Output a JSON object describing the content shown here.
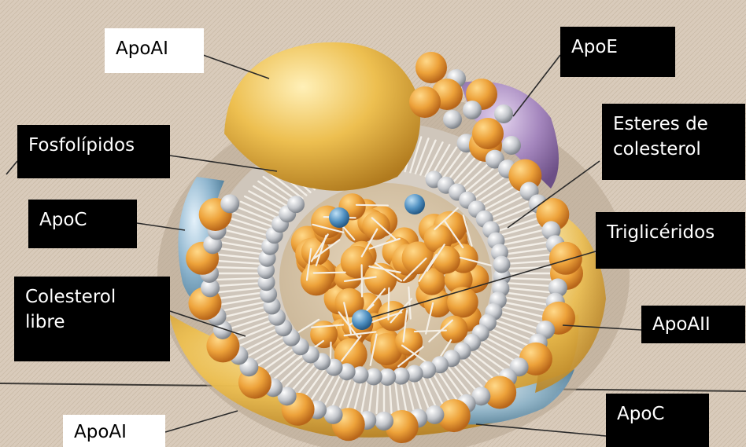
{
  "labels": {
    "apoai_top": "ApoAI",
    "apoe": "ApoE",
    "esteres": "Esteres de\ncolesterol",
    "fosfolipidos": "Fosfolípidos",
    "apoc_left": "ApoC",
    "trigliceridos": "Triglicéridos",
    "colesterol_libre": "Colesterol\nlibre",
    "apoaii": "ApoAII",
    "apoc_bottom": "ApoC",
    "apoai_bottom": "ApoAI"
  },
  "colors": {
    "background": "#d9cbbb",
    "apoai": "#e9ad3c",
    "apoe": "#a486bd",
    "apoc": "#8fb6cf",
    "lipid_ball": "#e7972f",
    "phospholipid_head": "#b8bcc2",
    "cholesterol_ester_head": "#4f8fc0",
    "leader_line": "#2a2a2a"
  }
}
